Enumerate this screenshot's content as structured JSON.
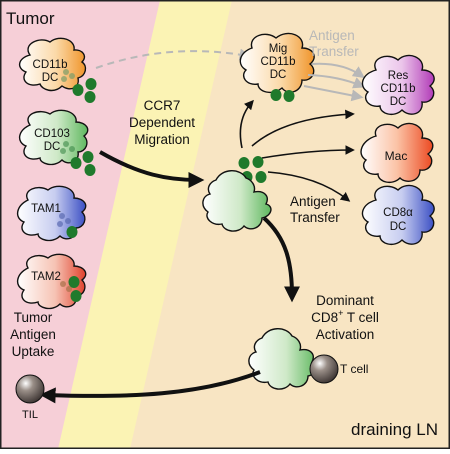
{
  "regions": {
    "tumor": "Tumor",
    "lymph_node": "draining LN"
  },
  "tumor_cells": {
    "cd11b_dc": [
      "CD11b",
      "DC"
    ],
    "cd103_dc": [
      "CD103",
      "DC"
    ],
    "tam1": "TAM1",
    "tam2": "TAM2"
  },
  "tumor_caption": [
    "Tumor",
    "Antigen",
    "Uptake"
  ],
  "migration_label": [
    "CCR7",
    "Dependent",
    "Migration"
  ],
  "ln_cells": {
    "mig_cd11b_dc": [
      "Mig",
      "CD11b",
      "DC"
    ],
    "res_cd11b_dc": [
      "Res",
      "CD11b",
      "DC"
    ],
    "mac": "Mac",
    "cd8a_dc": [
      "CD8α",
      "DC"
    ]
  },
  "antigen_transfer_top": [
    "Antigen",
    "Transfer"
  ],
  "antigen_transfer_mid": [
    "Antigen",
    "Transfer"
  ],
  "activation_label": [
    "Dominant",
    "CD8",
    "+",
    " T cell",
    "Activation"
  ],
  "t_cell_label": "T cell",
  "til_label": "TIL",
  "colors": {
    "tumor_bg": "#f6cfd7",
    "migration_band": "#fbf3b4",
    "ln_bg": "#f8e5c3",
    "antigen_green": "#1f7a2c",
    "arrow_black": "#111111",
    "transfer_gray": "#b8b8b8"
  }
}
